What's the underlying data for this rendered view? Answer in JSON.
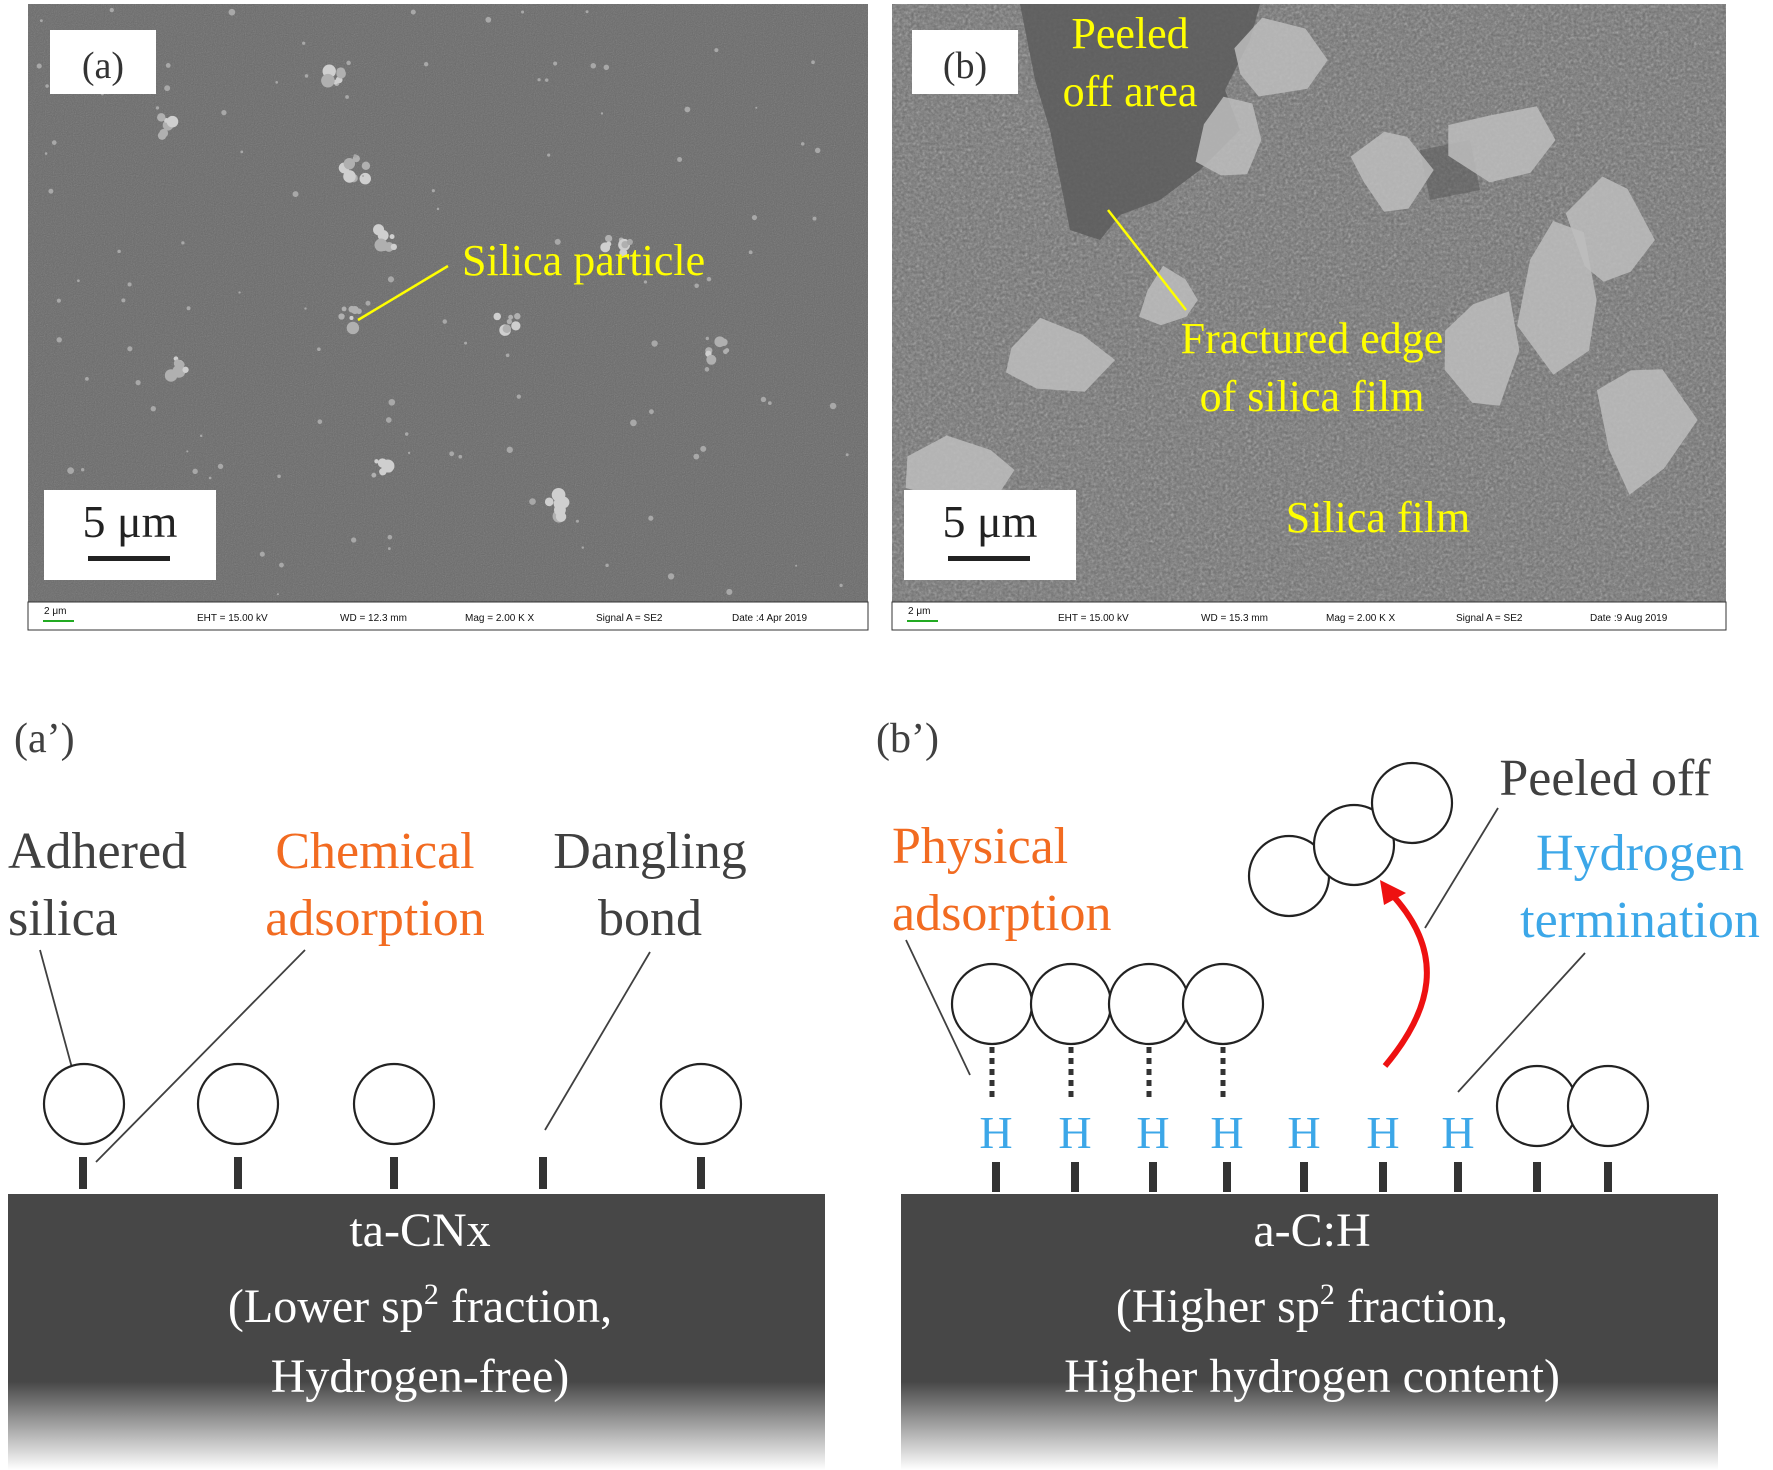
{
  "colors": {
    "sem_bg_a": "#6a6a6a",
    "sem_bg_b": "#6e6e6e",
    "annotation_yellow": "#ffff00",
    "orange": "#f26b21",
    "hydrogen_blue": "#3ca7e8",
    "text_gray": "#404040",
    "substrate": "#474747",
    "arrow_red": "#ee1111"
  },
  "panel_a": {
    "label": "(a)",
    "silica_particle": "Silica particle",
    "scale_bar": "5 μm",
    "info": {
      "small_scale": "2 μm",
      "eht": "EHT = 15.00 kV",
      "wd": "WD = 12.3 mm",
      "mag": "Mag =   2.00 K X",
      "signal": "Signal A = SE2",
      "date": "Date :4 Apr 2019"
    }
  },
  "panel_b": {
    "label": "(b)",
    "peeled_line1": "Peeled",
    "peeled_line2": "off area",
    "fractured_line1": "Fractured edge",
    "fractured_line2": "of silica film",
    "silica_film": "Silica film",
    "scale_bar": "5 μm",
    "info": {
      "small_scale": "2 μm",
      "eht": "EHT = 15.00 kV",
      "wd": "WD = 15.3 mm",
      "mag": "Mag =   2.00 K X",
      "signal": "Signal A = SE2",
      "date": "Date :9 Aug 2019"
    }
  },
  "panel_a_prime": {
    "label": "(a’)",
    "adhered_line1": "Adhered",
    "adhered_line2": "silica",
    "chemical_line1": "Chemical",
    "chemical_line2": "adsorption",
    "dangling_line1": "Dangling",
    "dangling_line2": "bond",
    "substrate_name": "ta-CNx",
    "substrate_line2_pre": "(Lower sp",
    "substrate_line2_sup": "2",
    "substrate_line2_post": " fraction,",
    "substrate_line3": "Hydrogen-free)"
  },
  "panel_b_prime": {
    "label": "(b’)",
    "physical_line1": "Physical",
    "physical_line2": "adsorption",
    "peeled_off": "Peeled off",
    "hydrogen_line1": "Hydrogen",
    "hydrogen_line2": "termination",
    "h_symbol": "H",
    "substrate_name": "a-C:H",
    "substrate_line2_pre": "(Higher sp",
    "substrate_line2_sup": "2",
    "substrate_line2_post": " fraction,",
    "substrate_line3": "Higher hydrogen content)"
  }
}
